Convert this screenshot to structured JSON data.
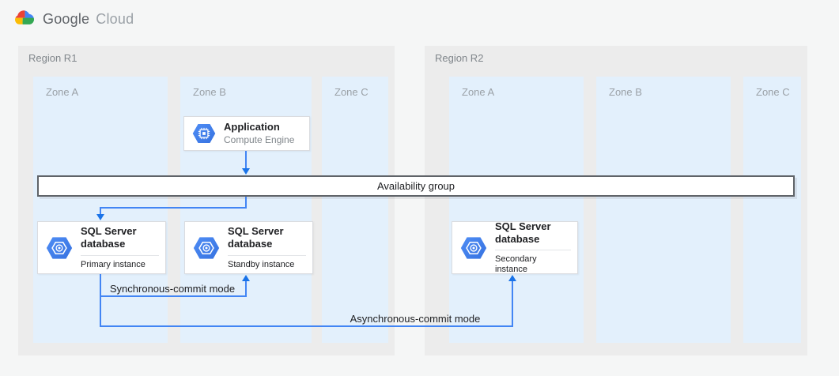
{
  "logo": {
    "google": "Google",
    "cloud": "Cloud"
  },
  "regions": [
    {
      "label": "Region R1",
      "zones": [
        {
          "label": "Zone A"
        },
        {
          "label": "Zone B"
        },
        {
          "label": "Zone C"
        }
      ]
    },
    {
      "label": "Region R2",
      "zones": [
        {
          "label": "Zone A"
        },
        {
          "label": "Zone B"
        },
        {
          "label": "Zone C"
        }
      ]
    }
  ],
  "nodes": {
    "application": {
      "title": "Application",
      "subtitle": "Compute Engine",
      "icon": "compute-engine-icon"
    },
    "availability_group": {
      "label": "Availability group"
    },
    "primary_db": {
      "title": "SQL Server database",
      "subtitle": "Primary instance",
      "icon": "cloud-sql-icon"
    },
    "standby_db": {
      "title": "SQL Server database",
      "subtitle": "Standby instance",
      "icon": "cloud-sql-icon"
    },
    "secondary_db": {
      "title": "SQL Server database",
      "subtitle": "Secondary instance",
      "icon": "cloud-sql-icon"
    }
  },
  "connections": {
    "sync_label": "Synchronous-commit mode",
    "async_label": "Asynchronous-commit mode"
  },
  "colors": {
    "arrow": "#4285f4",
    "arrow_head": "#1a73e8",
    "icon_blue": "#4285f4",
    "zone_bg": "#e3f0fc",
    "region_bg": "#ececec",
    "canvas_bg": "#f5f6f6"
  }
}
